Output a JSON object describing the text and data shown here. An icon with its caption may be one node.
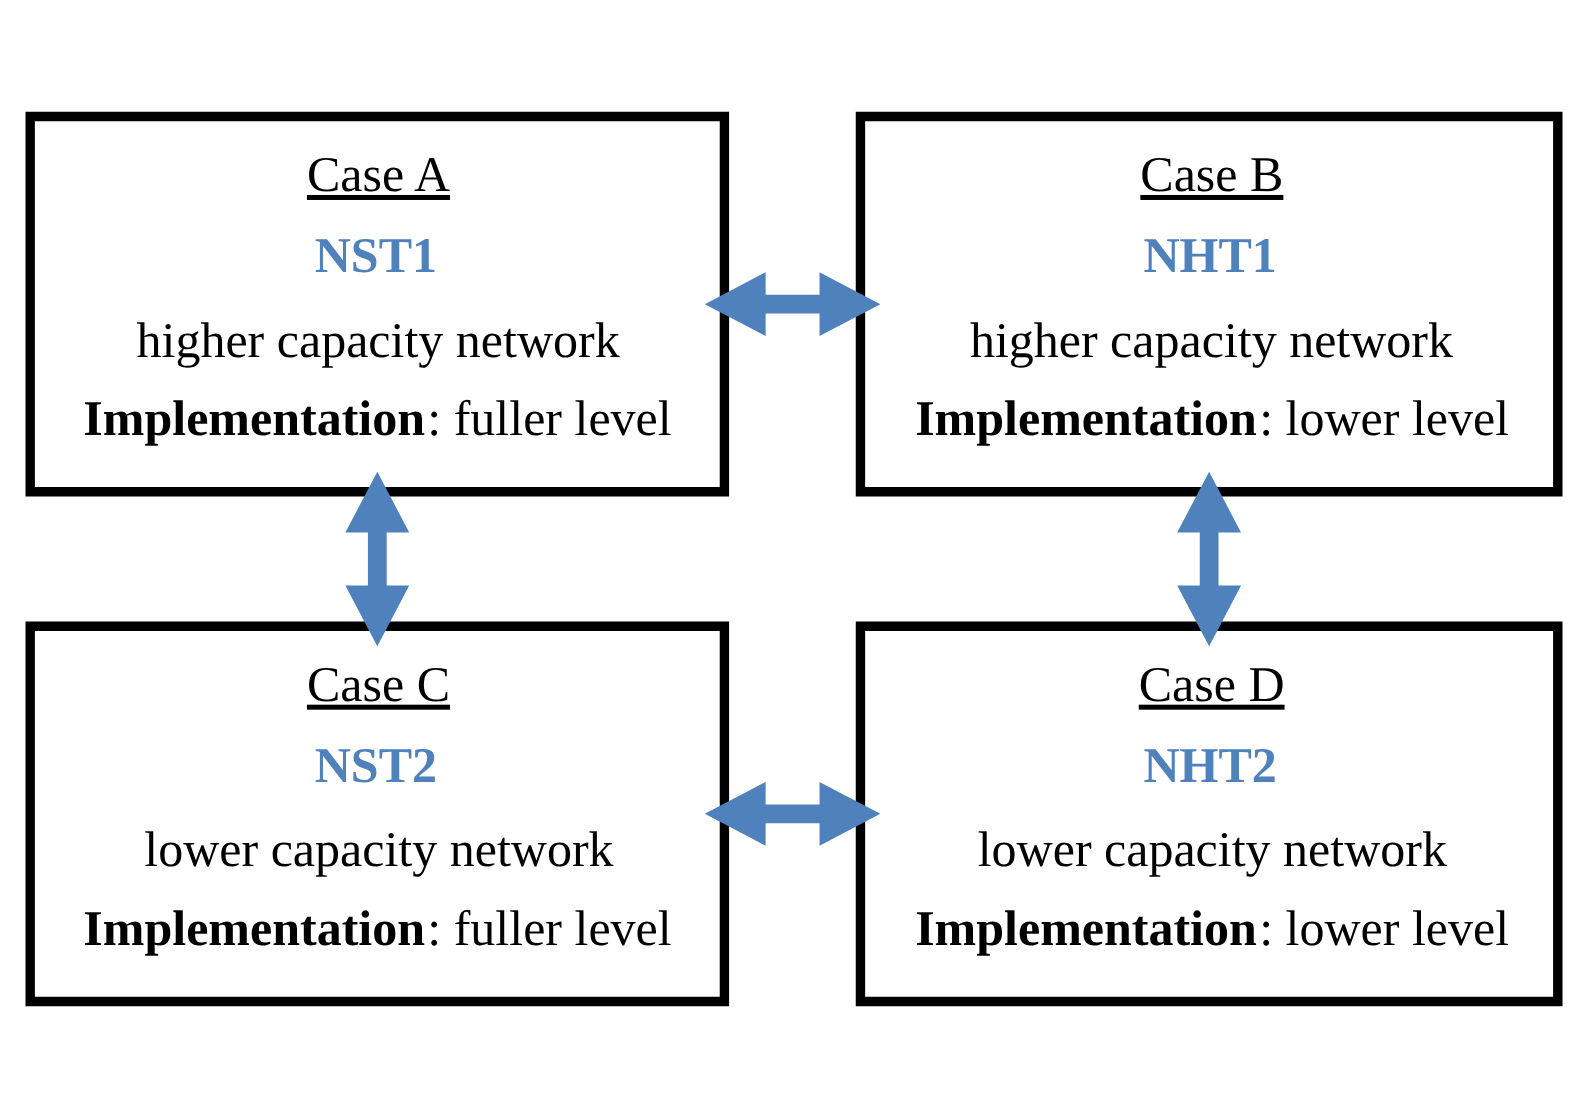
{
  "diagram": {
    "nodes": [
      {
        "text": [
          "Case A",
          "NST1",
          "higher capacity network",
          "**Implementation**: fuller level"
        ]
      },
      {
        "text": [
          "Case B",
          "NHT1",
          "higher capacity network",
          "**Implementation**: lower level"
        ]
      },
      {
        "text": [
          "Case C",
          "NST2",
          "lower capacity network",
          "**Implementation**: fuller level"
        ]
      },
      {
        "text": [
          "Case D",
          "NHT2",
          "lower capacity network",
          "**Implementation**: lower level"
        ]
      }
    ],
    "edges": [
      {
        "from": 0,
        "to": 1,
        "arrow": "both"
      },
      {
        "from": 0,
        "to": 2,
        "arrow": "both"
      },
      {
        "from": 1,
        "to": 3,
        "arrow": "both"
      },
      {
        "from": 2,
        "to": 3,
        "arrow": "both"
      }
    ]
  }
}
